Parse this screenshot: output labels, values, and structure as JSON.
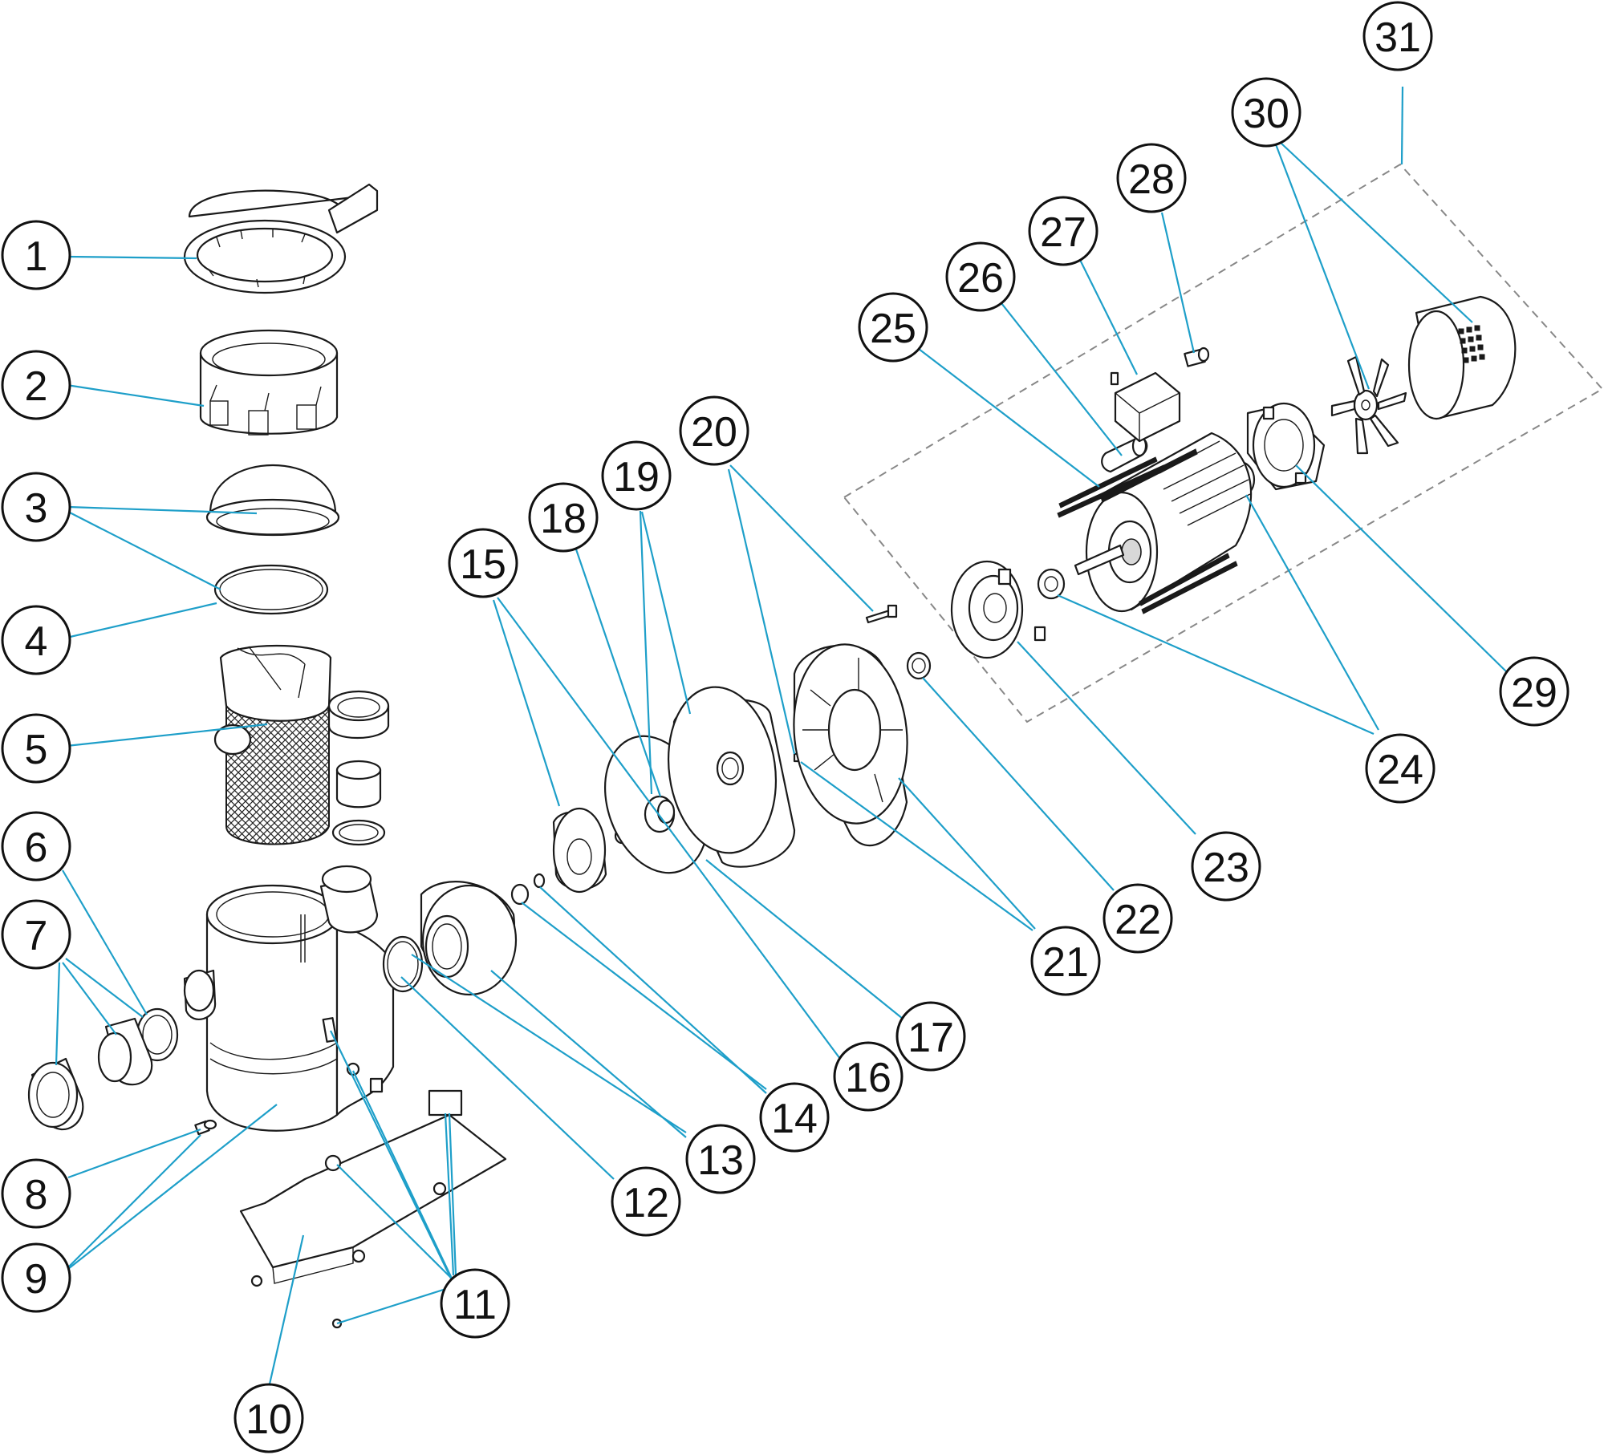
{
  "colors": {
    "leader": "#1e9fc9",
    "group_box": "#888888",
    "line": "#1a1a1a"
  },
  "callouts": [
    {
      "id": "1",
      "label": "1"
    },
    {
      "id": "2",
      "label": "2"
    },
    {
      "id": "3",
      "label": "3"
    },
    {
      "id": "4",
      "label": "4"
    },
    {
      "id": "5",
      "label": "5"
    },
    {
      "id": "6",
      "label": "6"
    },
    {
      "id": "7",
      "label": "7"
    },
    {
      "id": "8",
      "label": "8"
    },
    {
      "id": "9",
      "label": "9"
    },
    {
      "id": "10",
      "label": "10"
    },
    {
      "id": "11",
      "label": "11"
    },
    {
      "id": "12",
      "label": "12"
    },
    {
      "id": "13",
      "label": "13"
    },
    {
      "id": "14",
      "label": "14"
    },
    {
      "id": "15",
      "label": "15"
    },
    {
      "id": "16",
      "label": "16"
    },
    {
      "id": "17",
      "label": "17"
    },
    {
      "id": "18",
      "label": "18"
    },
    {
      "id": "19",
      "label": "19"
    },
    {
      "id": "20",
      "label": "20"
    },
    {
      "id": "21",
      "label": "21"
    },
    {
      "id": "22",
      "label": "22"
    },
    {
      "id": "23",
      "label": "23"
    },
    {
      "id": "24",
      "label": "24"
    },
    {
      "id": "25",
      "label": "25"
    },
    {
      "id": "26",
      "label": "26"
    },
    {
      "id": "27",
      "label": "27"
    },
    {
      "id": "28",
      "label": "28"
    },
    {
      "id": "29",
      "label": "29"
    },
    {
      "id": "30",
      "label": "30"
    },
    {
      "id": "31",
      "label": "31"
    }
  ]
}
